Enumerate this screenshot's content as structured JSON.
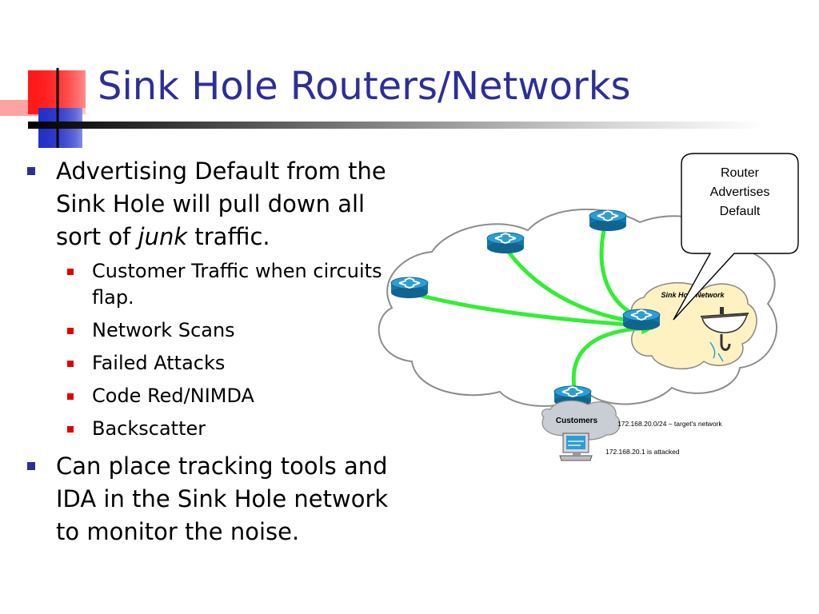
{
  "slide": {
    "title": "Sink Hole Routers/Networks",
    "bullets": [
      {
        "pre": "Advertising Default from the Sink Hole will pull down all sort of ",
        "emph": "junk",
        "post": " traffic.",
        "sub": [
          "Customer Traffic when circuits flap.",
          "Network Scans",
          "Failed Attacks",
          "Code Red/NIMDA",
          "Backscatter"
        ]
      },
      {
        "text": "Can place tracking tools and IDA in the Sink Hole network to monitor the noise."
      }
    ]
  },
  "diagram": {
    "callout_lines": [
      "Router",
      "Advertises",
      "Default"
    ],
    "sink_hole_label": "Sink Hole Network",
    "customers_label": "Customers",
    "target_network_label": "172.168.20.0/24 – target's network",
    "attacked_label": "172.168.20.1 is attacked",
    "colors": {
      "title": "#2d2f96",
      "traffic": "#33ee33",
      "router": "#1478a8",
      "sinkhole": "#fff2c2"
    }
  }
}
